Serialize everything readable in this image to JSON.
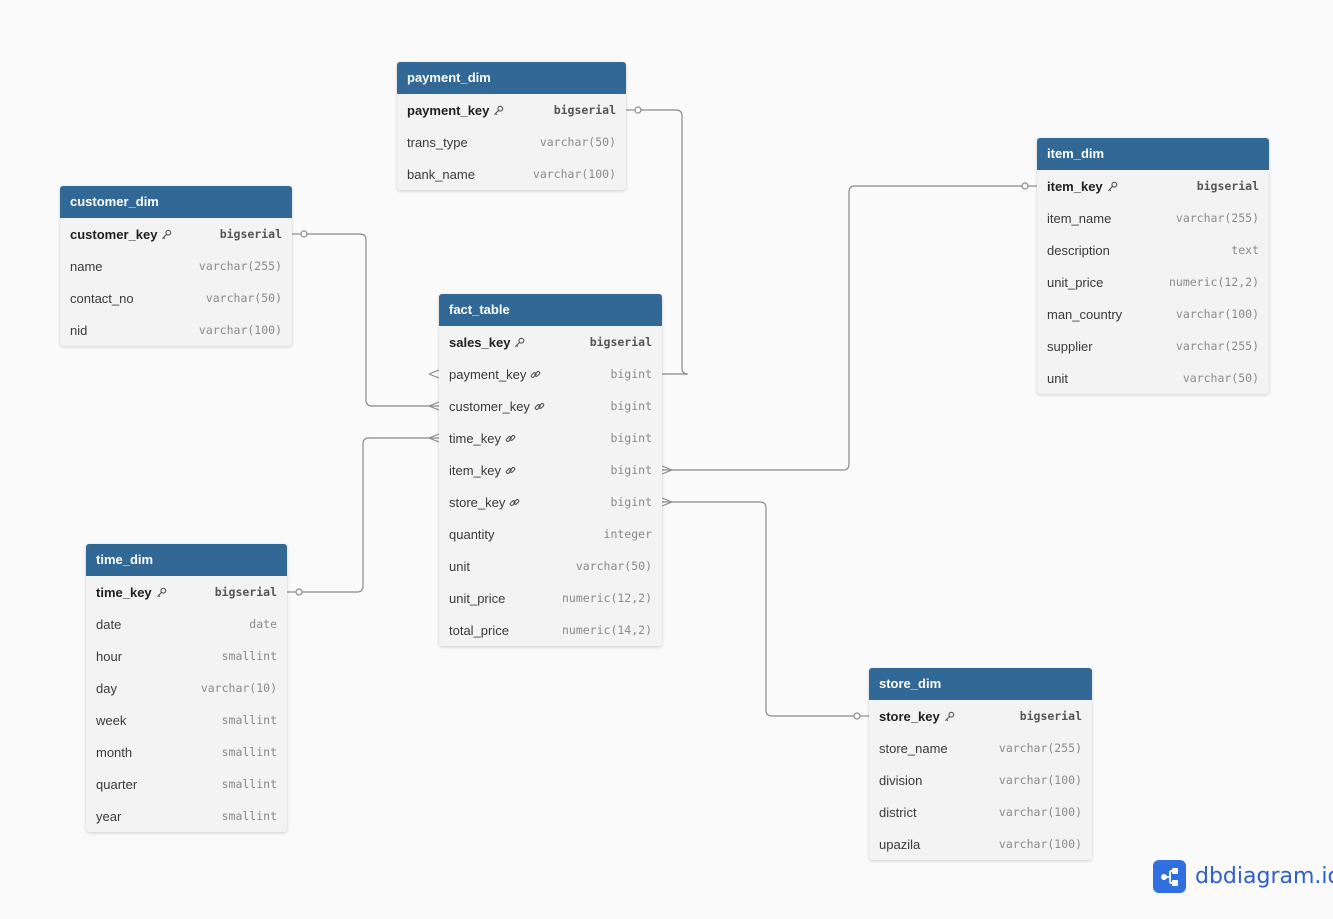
{
  "tables": [
    {
      "id": "payment_dim",
      "name": "payment_dim",
      "columns": [
        {
          "name": "payment_key",
          "type": "bigserial",
          "pk": true
        },
        {
          "name": "trans_type",
          "type": "varchar(50)"
        },
        {
          "name": "bank_name",
          "type": "varchar(100)"
        }
      ]
    },
    {
      "id": "customer_dim",
      "name": "customer_dim",
      "columns": [
        {
          "name": "customer_key",
          "type": "bigserial",
          "pk": true
        },
        {
          "name": "name",
          "type": "varchar(255)"
        },
        {
          "name": "contact_no",
          "type": "varchar(50)"
        },
        {
          "name": "nid",
          "type": "varchar(100)"
        }
      ]
    },
    {
      "id": "item_dim",
      "name": "item_dim",
      "columns": [
        {
          "name": "item_key",
          "type": "bigserial",
          "pk": true
        },
        {
          "name": "item_name",
          "type": "varchar(255)"
        },
        {
          "name": "description",
          "type": "text"
        },
        {
          "name": "unit_price",
          "type": "numeric(12,2)"
        },
        {
          "name": "man_country",
          "type": "varchar(100)"
        },
        {
          "name": "supplier",
          "type": "varchar(255)"
        },
        {
          "name": "unit",
          "type": "varchar(50)"
        }
      ]
    },
    {
      "id": "fact_table",
      "name": "fact_table",
      "columns": [
        {
          "name": "sales_key",
          "type": "bigserial",
          "pk": true
        },
        {
          "name": "payment_key",
          "type": "bigint",
          "fk": true
        },
        {
          "name": "customer_key",
          "type": "bigint",
          "fk": true
        },
        {
          "name": "time_key",
          "type": "bigint",
          "fk": true
        },
        {
          "name": "item_key",
          "type": "bigint",
          "fk": true
        },
        {
          "name": "store_key",
          "type": "bigint",
          "fk": true
        },
        {
          "name": "quantity",
          "type": "integer"
        },
        {
          "name": "unit",
          "type": "varchar(50)"
        },
        {
          "name": "unit_price",
          "type": "numeric(12,2)"
        },
        {
          "name": "total_price",
          "type": "numeric(14,2)"
        }
      ]
    },
    {
      "id": "time_dim",
      "name": "time_dim",
      "columns": [
        {
          "name": "time_key",
          "type": "bigserial",
          "pk": true
        },
        {
          "name": "date",
          "type": "date"
        },
        {
          "name": "hour",
          "type": "smallint"
        },
        {
          "name": "day",
          "type": "varchar(10)"
        },
        {
          "name": "week",
          "type": "smallint"
        },
        {
          "name": "month",
          "type": "smallint"
        },
        {
          "name": "quarter",
          "type": "smallint"
        },
        {
          "name": "year",
          "type": "smallint"
        }
      ]
    },
    {
      "id": "store_dim",
      "name": "store_dim",
      "columns": [
        {
          "name": "store_key",
          "type": "bigserial",
          "pk": true
        },
        {
          "name": "store_name",
          "type": "varchar(255)"
        },
        {
          "name": "division",
          "type": "varchar(100)"
        },
        {
          "name": "district",
          "type": "varchar(100)"
        },
        {
          "name": "upazila",
          "type": "varchar(100)"
        }
      ]
    }
  ],
  "relationships": [
    {
      "from_table": "payment_dim",
      "from_column": "payment_key",
      "to_table": "fact_table",
      "to_column": "payment_key",
      "cardinality": "one-to-many"
    },
    {
      "from_table": "customer_dim",
      "from_column": "customer_key",
      "to_table": "fact_table",
      "to_column": "customer_key",
      "cardinality": "one-to-many"
    },
    {
      "from_table": "time_dim",
      "from_column": "time_key",
      "to_table": "fact_table",
      "to_column": "time_key",
      "cardinality": "one-to-many"
    },
    {
      "from_table": "item_dim",
      "from_column": "item_key",
      "to_table": "fact_table",
      "to_column": "item_key",
      "cardinality": "one-to-many"
    },
    {
      "from_table": "store_dim",
      "from_column": "store_key",
      "to_table": "fact_table",
      "to_column": "store_key",
      "cardinality": "one-to-many"
    }
  ],
  "colors": {
    "header": "#316896",
    "body": "#f3f3f3",
    "connector": "#8a8a8a",
    "brand": "#2f6fe0"
  },
  "icons": {
    "primary_key": "key-icon",
    "foreign_key": "link-icon"
  },
  "brand": {
    "name": "dbdiagram.io"
  }
}
